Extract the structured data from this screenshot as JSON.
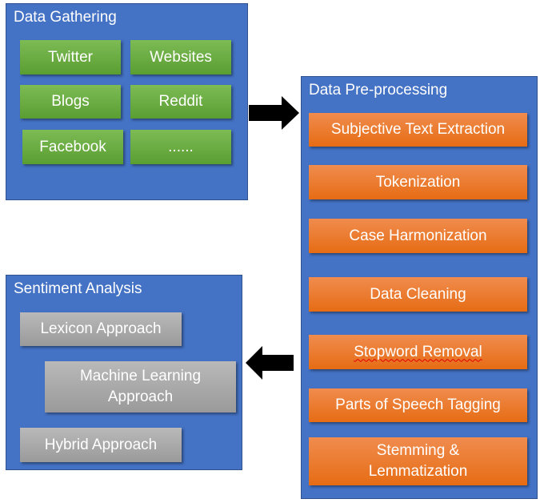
{
  "gathering": {
    "title": "Data Gathering",
    "items": [
      "Twitter",
      "Websites",
      "Blogs",
      "Reddit",
      "Facebook",
      "......"
    ]
  },
  "preprocessing": {
    "title": "Data Pre-processing",
    "items": [
      "Subjective Text Extraction",
      "Tokenization",
      "Case Harmonization",
      "Data Cleaning",
      "Stopword Removal",
      "Parts of Speech Tagging",
      "Stemming & Lemmatization"
    ]
  },
  "sentiment": {
    "title": "Sentiment Analysis",
    "items": [
      "Lexicon Approach",
      "Machine Learning Approach",
      "Hybrid Approach"
    ]
  },
  "colors": {
    "panel": "#4472c4",
    "source": "#70ad47",
    "step": "#ed7d31",
    "approach": "#a5a5a5",
    "arrow": "#000000"
  }
}
